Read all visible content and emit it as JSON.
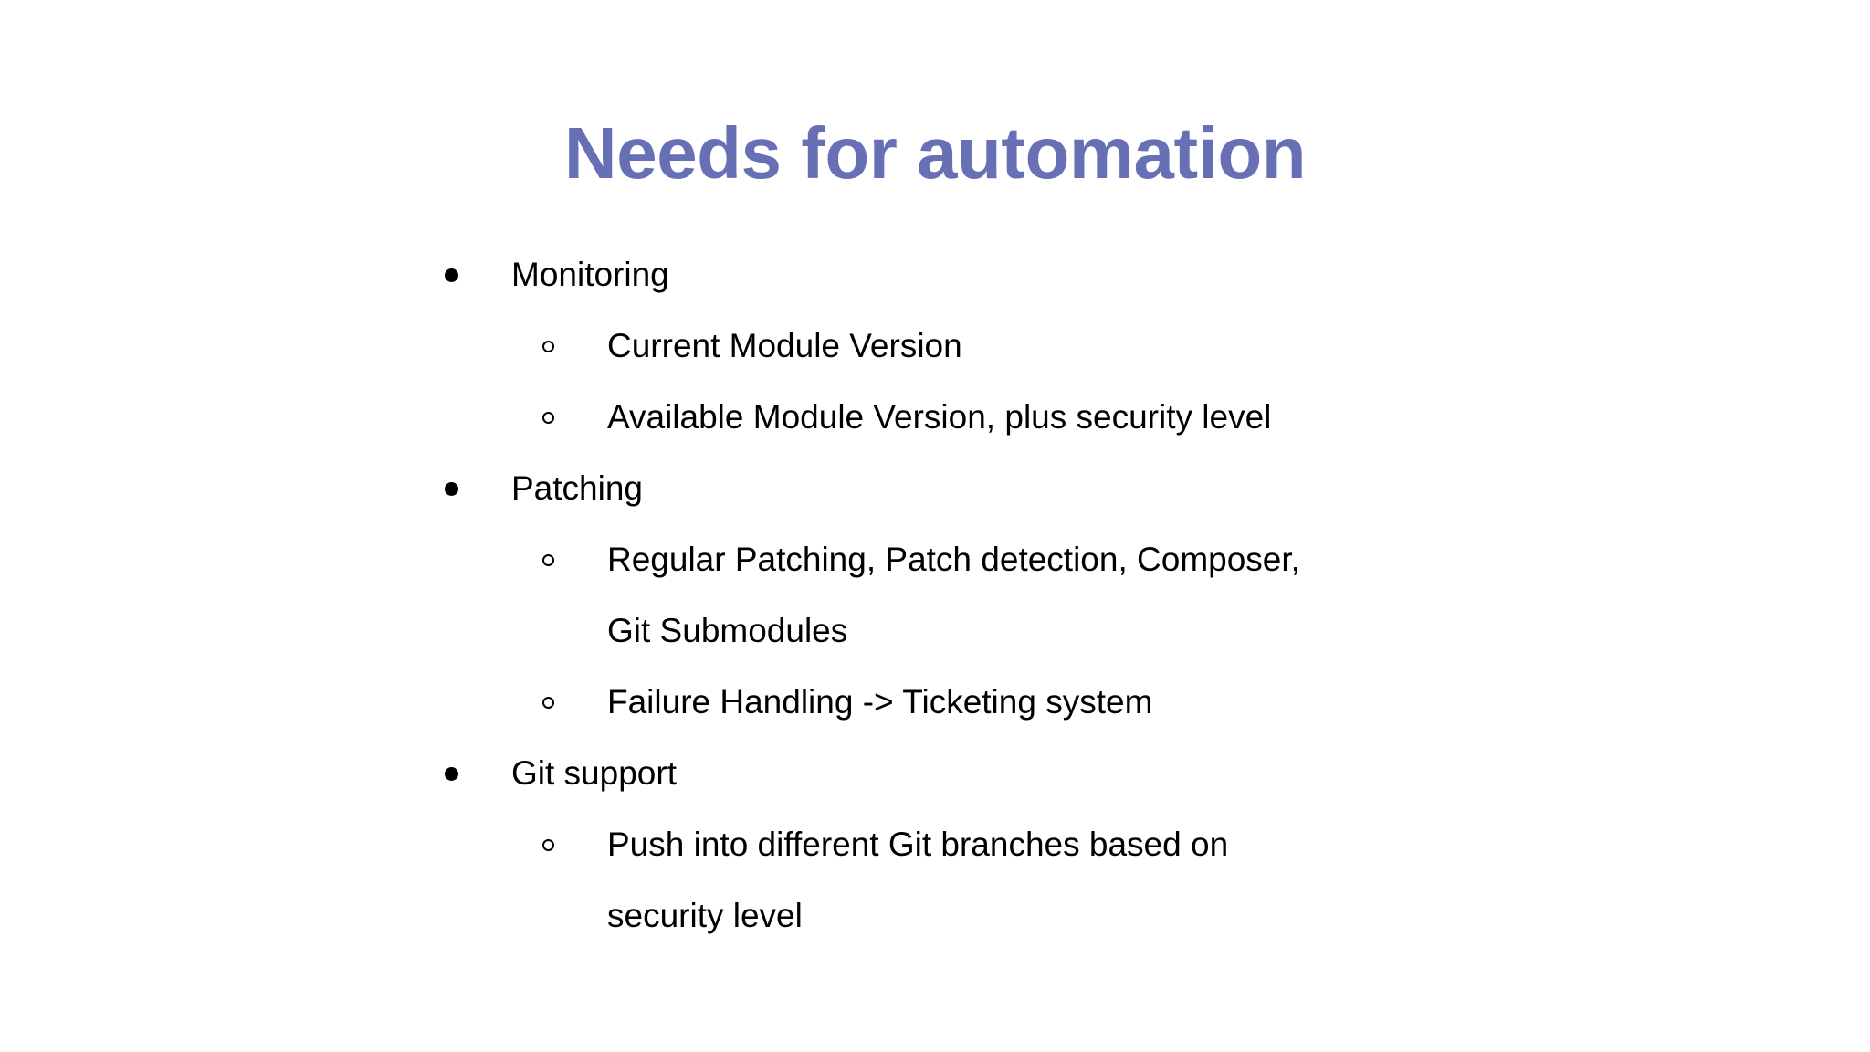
{
  "slide": {
    "title": "Needs for automation",
    "title_color": "#6770b4",
    "background_color": "#ffffff",
    "text_color": "#000000",
    "bullets": [
      {
        "level": 1,
        "marker": "filled-disc",
        "text": "Monitoring"
      },
      {
        "level": 2,
        "marker": "hollow-circle",
        "text": "Current Module Version"
      },
      {
        "level": 2,
        "marker": "hollow-circle",
        "text": "Available Module Version, plus security level"
      },
      {
        "level": 1,
        "marker": "filled-disc",
        "text": "Patching"
      },
      {
        "level": 2,
        "marker": "hollow-circle",
        "text": "Regular Patching, Patch detection, Composer,\nGit Submodules"
      },
      {
        "level": 2,
        "marker": "hollow-circle",
        "text": "Failure Handling -> Ticketing system"
      },
      {
        "level": 1,
        "marker": "filled-disc",
        "text": "Git support"
      },
      {
        "level": 2,
        "marker": "hollow-circle",
        "text": "Push into different Git branches based on\nsecurity level"
      }
    ]
  }
}
